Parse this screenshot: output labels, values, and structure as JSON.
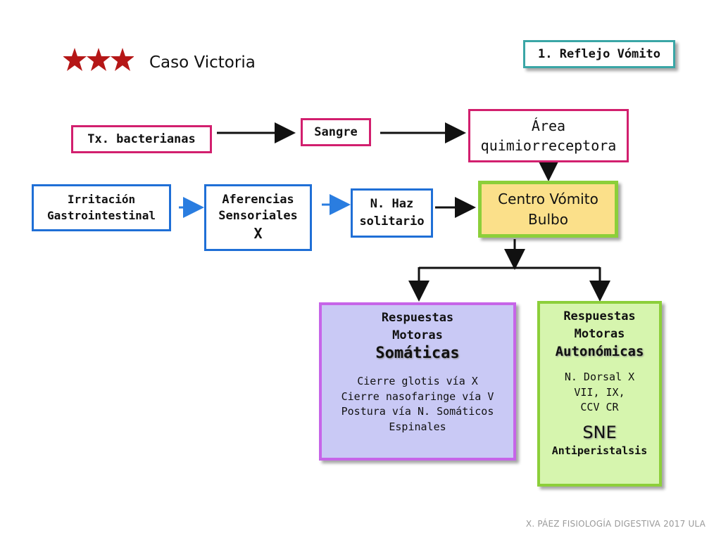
{
  "slide": {
    "title": "Caso Victoria",
    "badge": "1. Reflejo Vómito",
    "footer": "X. PÁEZ  FISIOLOGÍA DIGESTIVA 2017  ULA"
  },
  "colors": {
    "pink_border": "#d21f6e",
    "blue_border": "#1f6fd6",
    "green_border": "#8ccf3a",
    "yellow_fill": "#fbe08a",
    "purple_border": "#c665e8",
    "purple_fill": "#c9c9f5",
    "lightgreen_fill": "#d6f5ae",
    "teal_border": "#3aa6a6",
    "stars": "#b51717",
    "arrow_blue": "#2a7de0"
  },
  "nodes": {
    "tx": "Tx. bacterianas",
    "sangre": "Sangre",
    "area": [
      "Área",
      "quimiorreceptora"
    ],
    "irritacion": [
      "Irritación",
      "Gastrointestinal"
    ],
    "aferencias": [
      "Aferencias",
      "Sensoriales",
      "X"
    ],
    "nhaz": [
      "N. Haz",
      "solitario"
    ],
    "centro": [
      "Centro Vómito",
      "Bulbo"
    ],
    "somaticas": {
      "head": [
        "Respuestas",
        "Motoras"
      ],
      "title": "Somáticas",
      "items": [
        "Cierre glotis vía X",
        "Cierre nasofaringe vía V",
        "Postura vía N. Somáticos",
        "Espinales"
      ]
    },
    "autonomicas": {
      "head": [
        "Respuestas",
        "Motoras"
      ],
      "title": "Autonómicas",
      "items": [
        "N. Dorsal X",
        "VII, IX,",
        "CCV CR"
      ],
      "sne": "SNE",
      "last": "Antiperistalsis"
    }
  }
}
